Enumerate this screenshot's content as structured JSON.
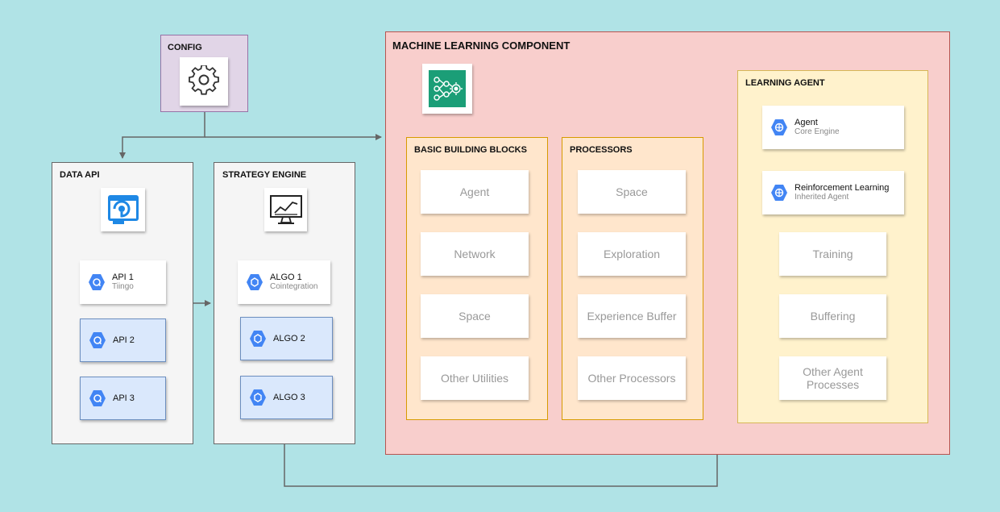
{
  "config": {
    "title": "CONFIG",
    "icon": "gear-icon"
  },
  "data_api": {
    "title": "DATA API",
    "icon": "api-management-icon",
    "items": [
      {
        "title": "API 1",
        "subtitle": "Tiingo"
      },
      {
        "title": "API 2"
      },
      {
        "title": "API 3"
      }
    ]
  },
  "strategy_engine": {
    "title": "STRATEGY ENGINE",
    "icon": "monitor-chart-icon",
    "items": [
      {
        "title": "ALGO 1",
        "subtitle": "Cointegration"
      },
      {
        "title": "ALGO 2"
      },
      {
        "title": "ALGO 3"
      }
    ]
  },
  "ml_component": {
    "title": "MACHINE LEARNING COMPONENT",
    "icon": "neural-network-icon",
    "basic_building_blocks": {
      "title": "BASIC BUILDING BLOCKS",
      "items": [
        "Agent",
        "Network",
        "Space",
        "Other Utilities"
      ]
    },
    "processors": {
      "title": "PROCESSORS",
      "items": [
        "Space",
        "Exploration",
        "Experience Buffer",
        "Other Processors"
      ]
    },
    "learning_agent": {
      "title": "LEARNING AGENT",
      "agent": {
        "title": "Agent",
        "subtitle": "Core Engine"
      },
      "rl": {
        "title": "Reinforcement Learning",
        "subtitle": "Inherited Agent"
      },
      "items": [
        "Training",
        "Buffering",
        "Other Agent Processes"
      ]
    }
  },
  "colors": {
    "background": "#b0e3e6",
    "connector_blue": "#4a7fd4",
    "connector_gray": "#666666",
    "gcp_blue": "#4285f4"
  }
}
